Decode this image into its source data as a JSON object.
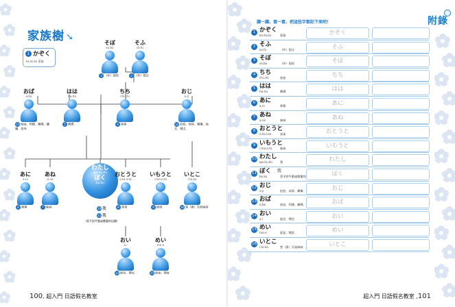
{
  "left_page": {
    "title": "家族樹",
    "legend": {
      "num": "1",
      "kana": "かぞく",
      "romaji": "ka.zo.ku 家族"
    },
    "people": {
      "sobo": {
        "kana": "そぼ",
        "romaji": "so.bo",
        "num": "3",
        "caption": "（外）祖母"
      },
      "sofu": {
        "kana": "そふ",
        "romaji": "so.fu",
        "num": "2",
        "caption": "（外）祖父"
      },
      "oba": {
        "kana": "おば",
        "romaji": "o.ba",
        "num": "13",
        "caption": "姑姑、阿姨、舅媽、嬸嬸、伯母"
      },
      "haha": {
        "kana": "はは",
        "romaji": "ha.ha",
        "num": "5",
        "caption": "媽媽"
      },
      "chichi": {
        "kana": "ちち",
        "romaji": "chi.chi",
        "num": "4",
        "caption": "爸爸"
      },
      "oji": {
        "kana": "おじ",
        "romaji": "o.ji",
        "num": "12",
        "caption": "伯伯、叔叔、舅舅、姑丈、姨丈"
      },
      "ani": {
        "kana": "あに",
        "romaji": "a.ni",
        "num": "6",
        "caption": "哥哥"
      },
      "ane": {
        "kana": "あね",
        "romaji": "a.ne",
        "num": "7",
        "caption": "姊姊"
      },
      "otouto": {
        "kana": "おとうと",
        "romaji": "o.to.o.to",
        "num": "8",
        "caption": "弟弟"
      },
      "imouto": {
        "kana": "いもうと",
        "romaji": "i.mo.o.to",
        "num": "9",
        "caption": "妹妹"
      },
      "itoko": {
        "kana": "いとこ",
        "romaji": "i.to.ko",
        "num": "16",
        "caption": "堂（表）兄弟姊妹"
      },
      "oi": {
        "kana": "おい",
        "romaji": "o.i",
        "num": "14",
        "caption": "姪兒、甥兒"
      },
      "mei": {
        "kana": "めい",
        "romaji": "me.e",
        "num": "15",
        "caption": "姪女、甥女"
      }
    },
    "me": {
      "kana1": "わたし",
      "romaji1": "wa.ta.shi",
      "kana2": "ぼく",
      "romaji2": "bo.ku",
      "line1_num": "10",
      "line1": "我",
      "line2_num": "11",
      "line2": "我",
      "note": "（男子對平輩或晚輩的自稱）"
    },
    "footer_number": "100",
    "footer_text": "超入門 日語假名教室"
  },
  "right_page": {
    "appendix": "附錄",
    "instruction": "讀一讀，寫一寫，把這些字都記下來吧！",
    "rows": [
      {
        "num": "1",
        "kana": "かぞく",
        "romaji": "ka.zo.ku",
        "meaning": "家族",
        "practice": "かぞく"
      },
      {
        "num": "2",
        "kana": "そふ",
        "romaji": "so.fu",
        "meaning": "（外）祖父",
        "practice": "そふ"
      },
      {
        "num": "3",
        "kana": "そぼ",
        "romaji": "so.bo",
        "meaning": "（外）祖母",
        "practice": "そぼ"
      },
      {
        "num": "4",
        "kana": "ちち",
        "romaji": "chi.chi",
        "meaning": "爸爸",
        "practice": "ちち"
      },
      {
        "num": "5",
        "kana": "はは",
        "romaji": "ha.ha",
        "meaning": "媽媽",
        "practice": "はは"
      },
      {
        "num": "6",
        "kana": "あに",
        "romaji": "a.ni",
        "meaning": "哥哥",
        "practice": "あに"
      },
      {
        "num": "7",
        "kana": "あね",
        "romaji": "a.ne",
        "meaning": "姊姊",
        "practice": "あね"
      },
      {
        "num": "8",
        "kana": "おとうと",
        "romaji": "o.to.o.to",
        "meaning": "弟弟",
        "practice": "おとうと"
      },
      {
        "num": "9",
        "kana": "いもうと",
        "romaji": "i.mo.o.to",
        "meaning": "妹妹",
        "practice": "いもうと"
      },
      {
        "num": "10",
        "kana": "わたし",
        "romaji": "wa.ta.shi",
        "meaning": "我",
        "practice": "わたし"
      },
      {
        "num": "11",
        "kana": "ぼく",
        "romaji": "bo.ku",
        "meaning": "男子對平輩或晚輩的自稱",
        "big": "我",
        "practice": "ぼく"
      },
      {
        "num": "12",
        "kana": "おじ",
        "romaji": "o.ji",
        "meaning": "伯伯、叔叔、舅舅、姑丈、姨丈",
        "practice": "おじ"
      },
      {
        "num": "13",
        "kana": "おば",
        "romaji": "o.ba",
        "meaning": "姑姑、阿姨、舅媽、嬸嬸、伯母",
        "practice": "おば"
      },
      {
        "num": "14",
        "kana": "おい",
        "romaji": "o.i",
        "meaning": "姪兒、甥兒",
        "practice": "おい"
      },
      {
        "num": "15",
        "kana": "めい",
        "romaji": "me.e",
        "meaning": "姪女、甥女",
        "practice": "めい"
      },
      {
        "num": "16",
        "kana": "いとこ",
        "romaji": "i.to.ko",
        "meaning": "堂（表）兄弟姊妹",
        "practice": "いとこ"
      }
    ],
    "footer_text": "超入門 日語假名教室",
    "footer_number": "101"
  },
  "colors": {
    "accent": "#1b84d6",
    "line": "#333333",
    "figure": "#3a96e0",
    "flower": "#dbe6f2"
  }
}
